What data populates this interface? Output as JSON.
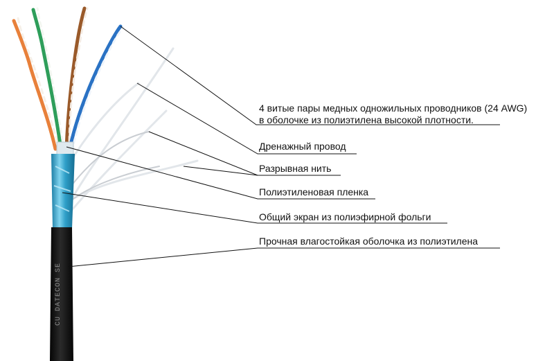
{
  "labels": {
    "pairs": {
      "line1": "4 витые пары медных одножильных проводников (24 AWG)",
      "line2": "в оболочке из полиэтилена высокой плотности."
    },
    "drain_wire": "Дренажный провод",
    "rip_cord": "Разрывная нить",
    "pe_film": "Полиэтиленовая пленка",
    "foil_shield": "Общий экран из полиэфирной фольги",
    "outer_jacket": "Прочная влагостойкая оболочка из полиэтилена"
  },
  "jacket_marking": "CU DATECON SE",
  "colors": {
    "jacket": "#141414",
    "foil": "#3aa8cf",
    "pair_orange": "#e8803a",
    "pair_green": "#2e9e5a",
    "pair_brown": "#9a5a2a",
    "pair_blue": "#2a72c4",
    "leader": "#111111"
  }
}
